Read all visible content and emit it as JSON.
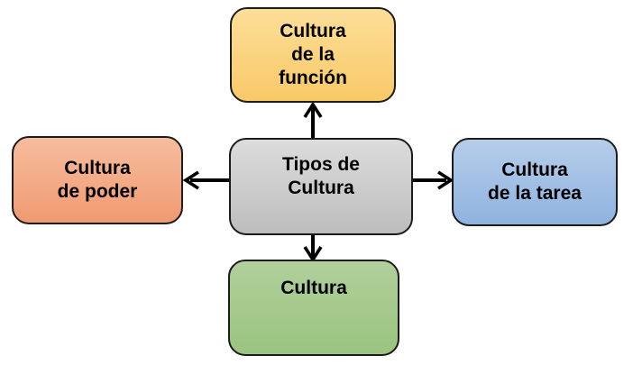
{
  "background": "#FFFFFF",
  "text_color": "#000000",
  "border_color": "#1C1C1C",
  "arrow_color": "#000000",
  "nodes": {
    "center": {
      "label": "Tipos de\nCultura",
      "fill_top": "#DCDCDC",
      "fill_bottom": "#BDBDBD"
    },
    "top": {
      "label": "Cultura\nde la\nfunción",
      "fill_top": "#FCDE99",
      "fill_bottom": "#F9C967"
    },
    "left": {
      "label": "Cultura\nde poder",
      "fill_top": "#F7BD9E",
      "fill_bottom": "#F09A71"
    },
    "right": {
      "label": "Cultura\nde la tarea",
      "fill_top": "#B6CDE9",
      "fill_bottom": "#8FB3E0"
    },
    "bottom": {
      "label": "Cultura",
      "fill_top": "#B0D09C",
      "fill_bottom": "#9BC47F"
    }
  },
  "edges": [
    {
      "from": "center",
      "to": "top"
    },
    {
      "from": "center",
      "to": "left"
    },
    {
      "from": "center",
      "to": "right"
    },
    {
      "from": "center",
      "to": "bottom"
    }
  ]
}
